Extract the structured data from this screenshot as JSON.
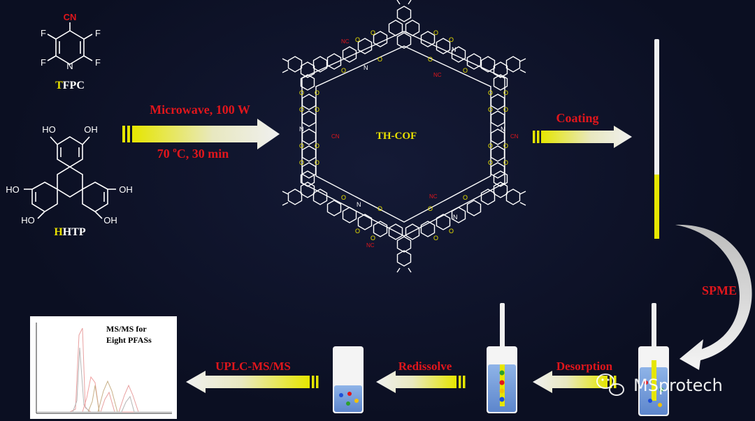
{
  "molecules": {
    "tfpc": {
      "name_first": "T",
      "name_rest": "FPC",
      "cn": "CN",
      "f": "F",
      "n": "N"
    },
    "hhtp": {
      "name_first": "H",
      "name_rest": "HTP",
      "oh": "OH",
      "ho": "HO"
    }
  },
  "steps": {
    "microwave": "Microwave, 100 W",
    "temp": "70 ",
    "temp_sup": "o",
    "temp_rest": "C, 30 min",
    "coating": "Coating",
    "spme": "SPME",
    "desorption": "Desorption",
    "redissolve": "Redissolve",
    "uplc": "UPLC-MS/MS"
  },
  "cof": {
    "label": "TH-COF",
    "o": "O",
    "n": "N",
    "cn": "CN",
    "nc": "NC"
  },
  "spectrum": {
    "title_line1": "MS/MS for",
    "title_line2": "Eight PFASs"
  },
  "watermark": {
    "text": "MSprotech"
  },
  "colors": {
    "background": "#0b0f22",
    "label_red": "#e0161c",
    "accent_yellow": "#e8e000",
    "arrow_light": "#e8e8e8"
  }
}
